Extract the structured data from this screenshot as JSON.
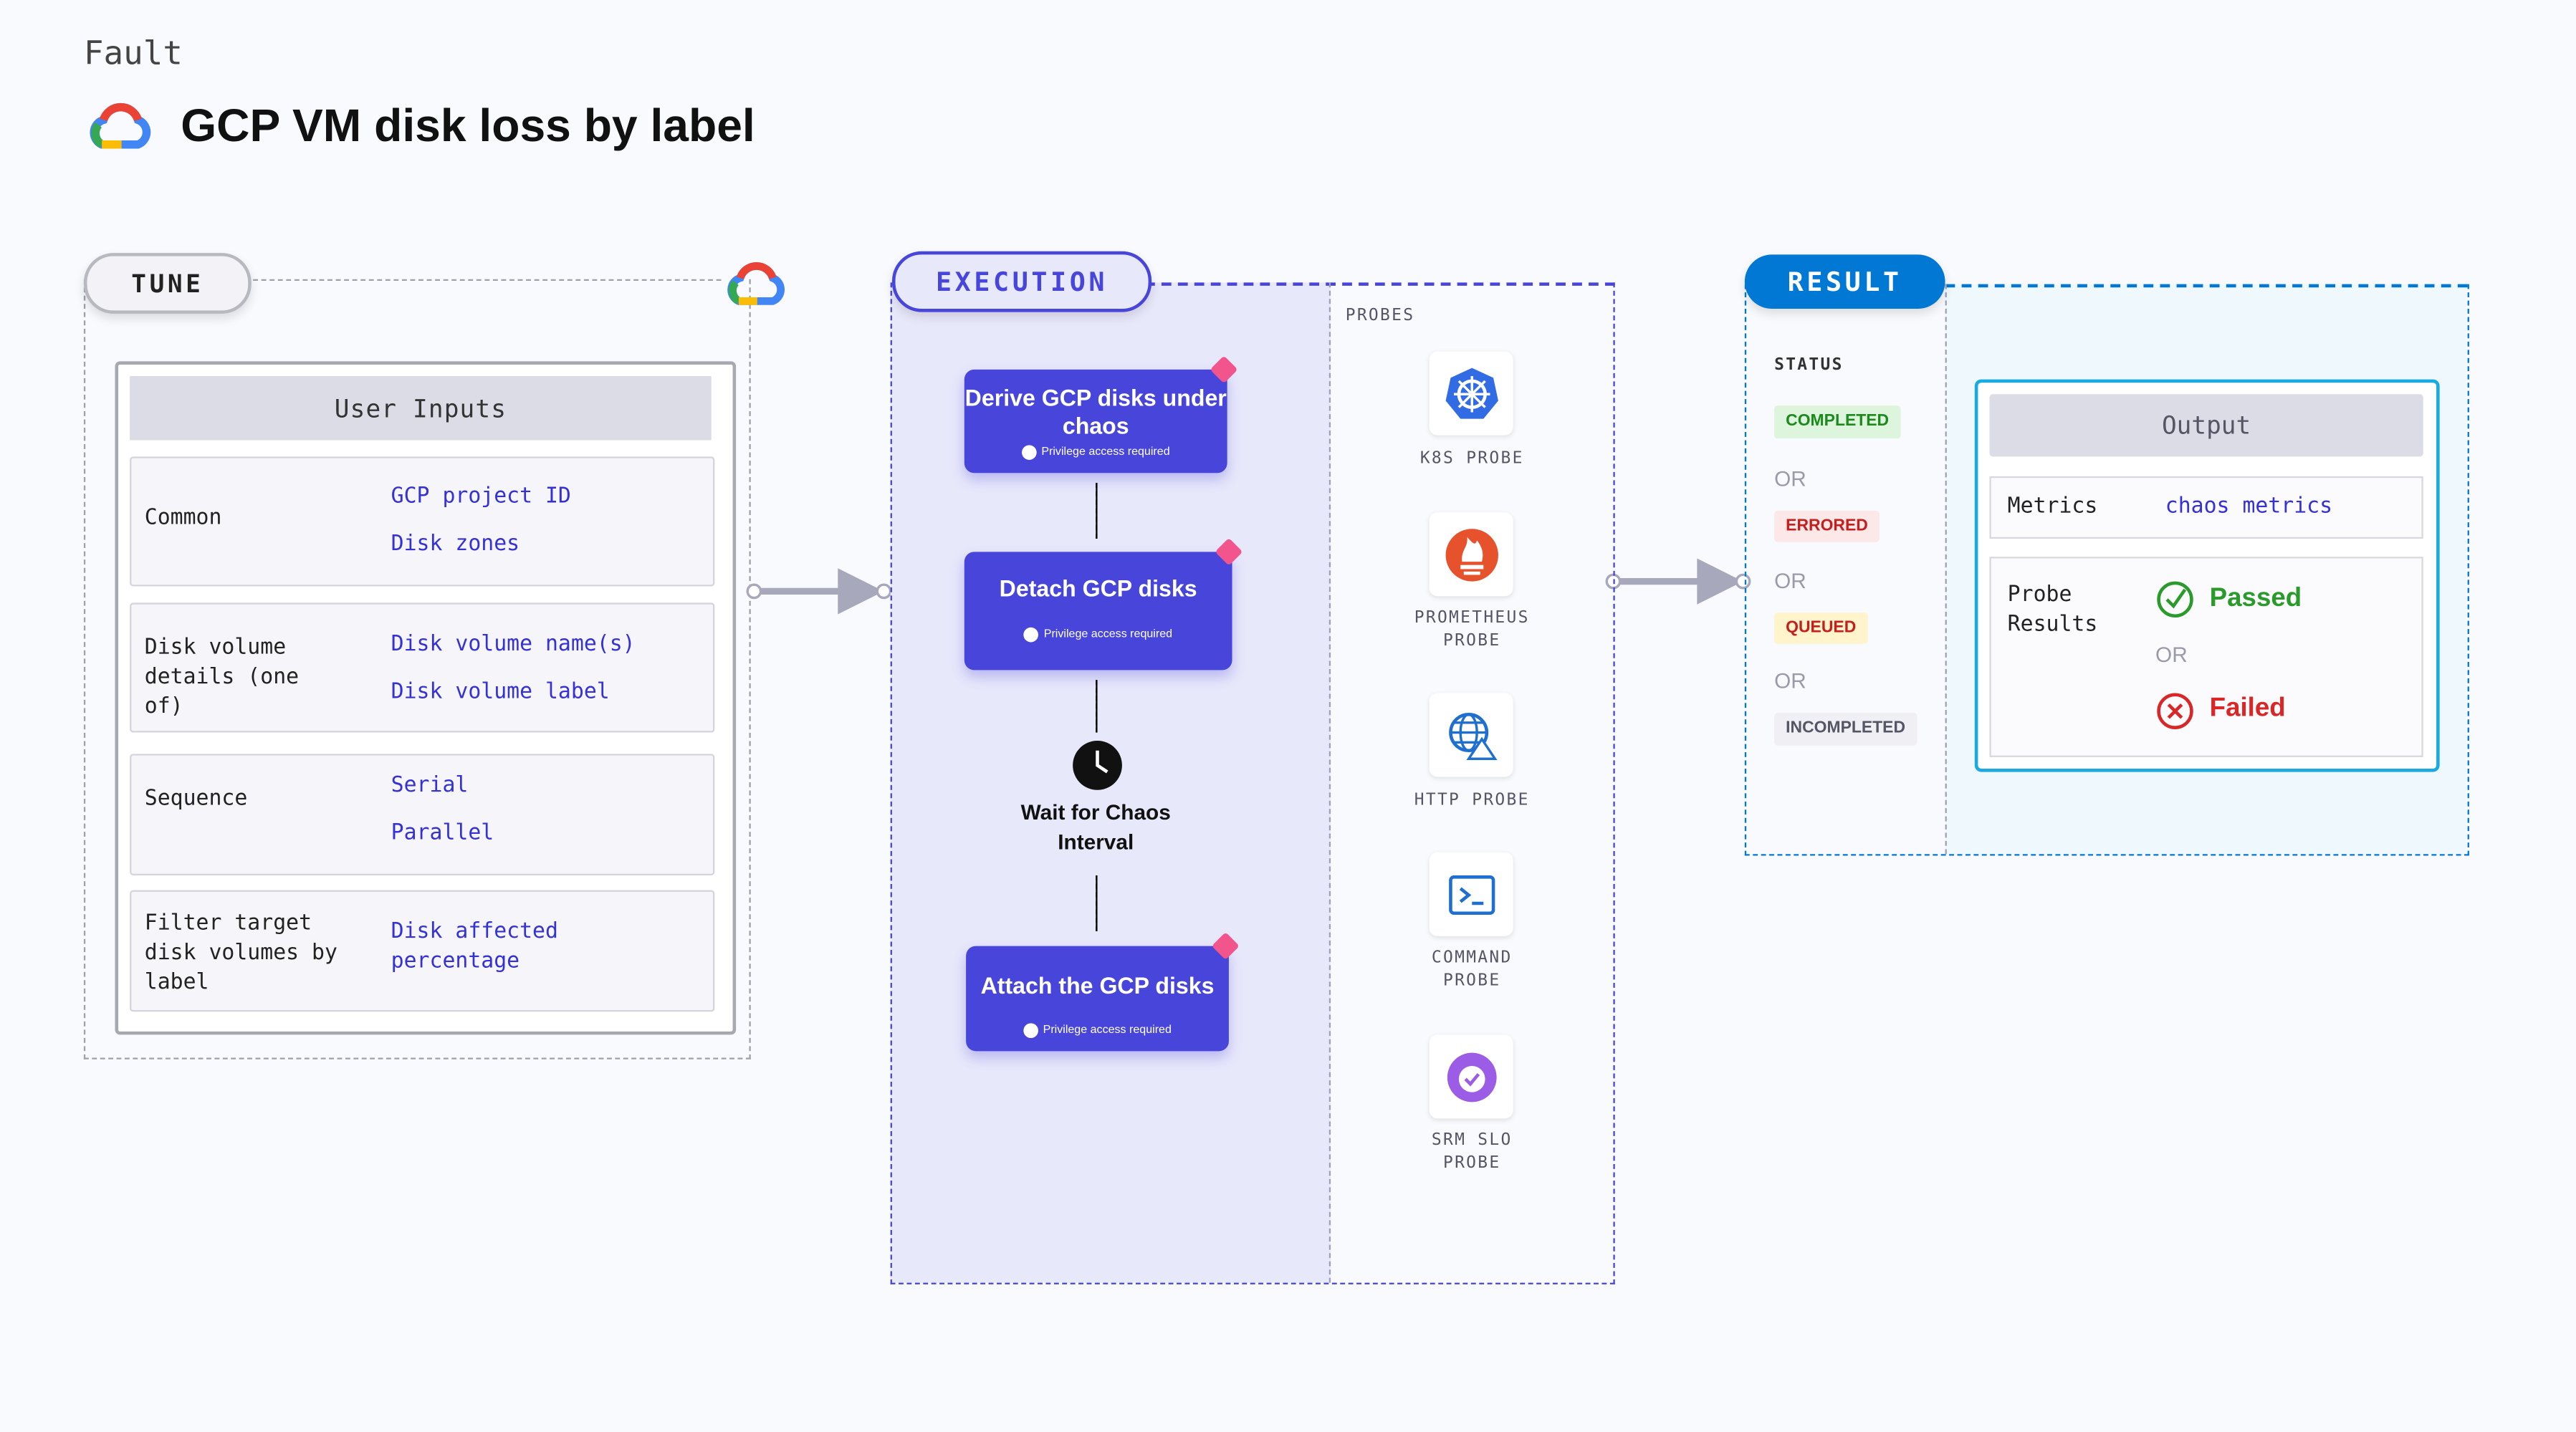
{
  "header": {
    "category": "Fault",
    "title": "GCP VM disk loss by label",
    "icon": "gcp-cloud-icon"
  },
  "tune": {
    "label": "TUNE",
    "panel_title": "User Inputs",
    "rows": [
      {
        "key": "Common",
        "values": [
          "GCP project ID",
          "Disk zones"
        ]
      },
      {
        "key": "Disk volume details (one of)",
        "values": [
          "Disk volume name(s)",
          "Disk volume label"
        ]
      },
      {
        "key": "Sequence",
        "values": [
          "Serial",
          "Parallel"
        ]
      },
      {
        "key": "Filter target disk volumes by label",
        "values": [
          "Disk affected percentage"
        ]
      }
    ]
  },
  "execution": {
    "label": "EXECUTION",
    "steps": [
      {
        "title": "Derive GCP disks under chaos",
        "note": "Privilege access required"
      },
      {
        "title": "Detach GCP disks",
        "note": "Privilege access required"
      },
      {
        "title": "Wait for Chaos Interval",
        "icon": "clock-icon"
      },
      {
        "title": "Attach the GCP disks",
        "note": "Privilege access required"
      }
    ],
    "probes_label": "PROBES",
    "probes": [
      "K8S PROBE",
      "PROMETHEUS PROBE",
      "HTTP PROBE",
      "COMMAND PROBE",
      "SRM SLO PROBE"
    ]
  },
  "result": {
    "label": "RESULT",
    "status_label": "STATUS",
    "statuses": [
      "COMPLETED",
      "ERRORED",
      "QUEUED",
      "INCOMPLETED"
    ],
    "or": "OR",
    "output": {
      "title": "Output",
      "metrics_key": "Metrics",
      "metrics_value": "chaos metrics",
      "probe_key": "Probe Results",
      "passed": "Passed",
      "failed": "Failed",
      "or": "OR"
    }
  },
  "colors": {
    "execution": "#4846da",
    "result": "#0278d5",
    "passed": "#2a9a2a",
    "failed": "#d92626",
    "link": "#3431d6"
  }
}
